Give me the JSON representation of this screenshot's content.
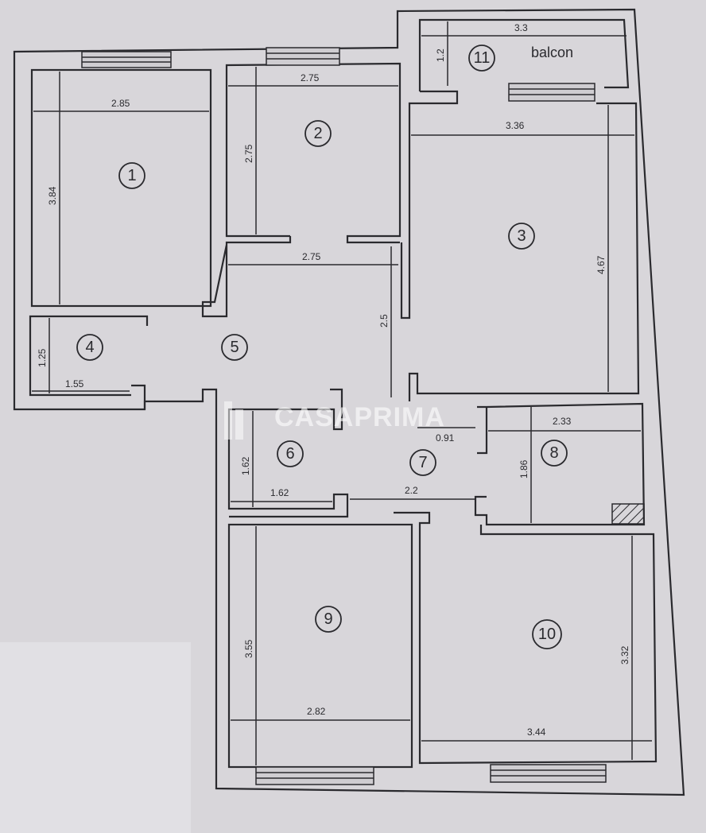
{
  "rooms": {
    "r1": "1",
    "r2": "2",
    "r3": "3",
    "r4": "4",
    "r5": "5",
    "r6": "6",
    "r7": "7",
    "r8": "8",
    "r9": "9",
    "r10": "10",
    "r11": "11"
  },
  "balcony_label": "balcon",
  "watermark": "CASAPRIMA",
  "dimensions": {
    "r1_width": "2.85",
    "r1_height": "3.84",
    "r2_width": "2.75",
    "r2_height": "2.75",
    "hall_width": "2.75",
    "hall_length": "2.5",
    "r3_width": "3.36",
    "r3_height": "4.67",
    "balcony_width": "3.3",
    "balcony_depth": "1.2",
    "r4_height": "1.25",
    "r4_width": "1.55",
    "r7_width": "0.91",
    "r8_width": "2.33",
    "r8_height": "1.86",
    "r6_height": "1.62",
    "r6_width": "1.62",
    "r7_length": "2.2",
    "r9_height": "3.55",
    "r9_width": "2.82",
    "r10_width": "3.44",
    "r10_height": "3.32"
  }
}
